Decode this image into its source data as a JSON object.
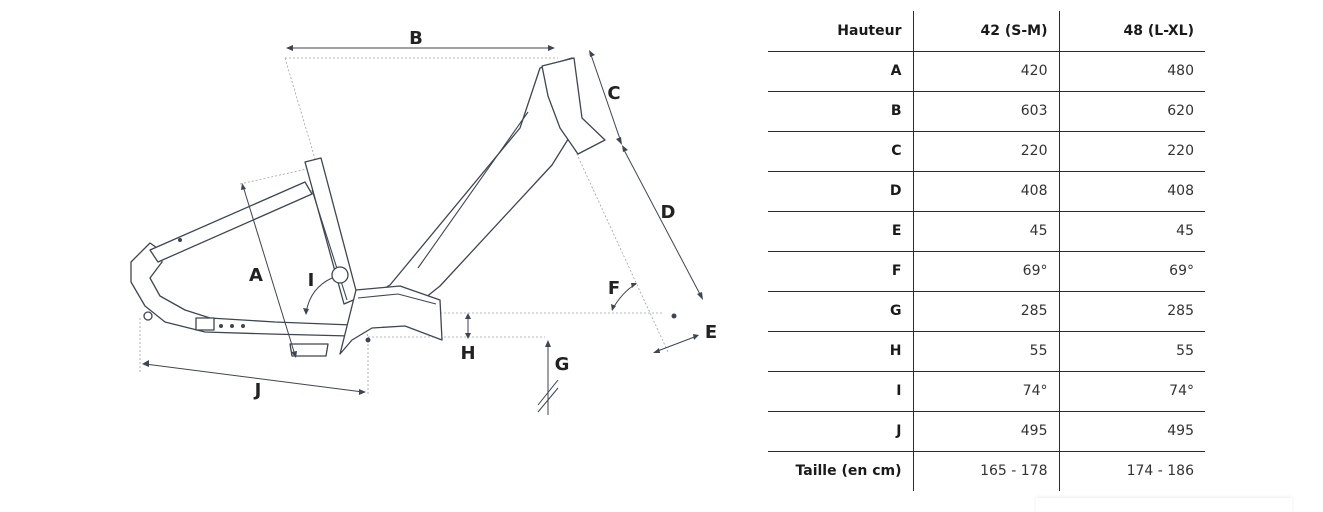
{
  "diagram": {
    "labels": {
      "A": "A",
      "B": "B",
      "C": "C",
      "D": "D",
      "E": "E",
      "F": "F",
      "G": "G",
      "H": "H",
      "I": "I",
      "J": "J"
    }
  },
  "table": {
    "header": [
      "Hauteur",
      "42 (S-M)",
      "48 (L-XL)"
    ],
    "rows": [
      {
        "label": "A",
        "v1": "420",
        "v2": "480"
      },
      {
        "label": "B",
        "v1": "603",
        "v2": "620"
      },
      {
        "label": "C",
        "v1": "220",
        "v2": "220"
      },
      {
        "label": "D",
        "v1": "408",
        "v2": "408"
      },
      {
        "label": "E",
        "v1": "45",
        "v2": "45"
      },
      {
        "label": "F",
        "v1": "69°",
        "v2": "69°"
      },
      {
        "label": "G",
        "v1": "285",
        "v2": "285"
      },
      {
        "label": "H",
        "v1": "55",
        "v2": "55"
      },
      {
        "label": "I",
        "v1": "74°",
        "v2": "74°"
      },
      {
        "label": "J",
        "v1": "495",
        "v2": "495"
      },
      {
        "label": "Taille (en cm)",
        "v1": "165 - 178",
        "v2": "174 - 186"
      }
    ]
  }
}
